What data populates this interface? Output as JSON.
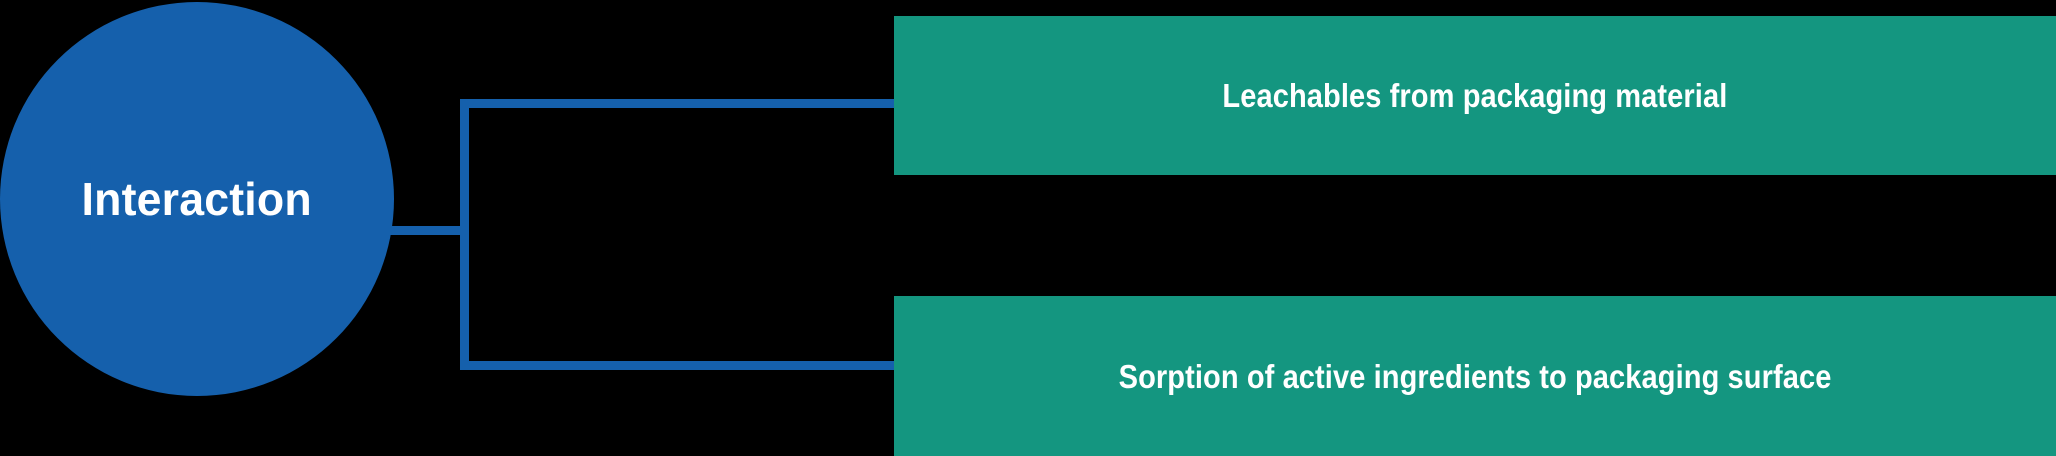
{
  "diagram": {
    "type": "tree",
    "background_color": "#000000",
    "root": {
      "label": "Interaction",
      "shape": "circle",
      "fill_color": "#1560AC",
      "text_color": "#FFFFFF"
    },
    "connector": {
      "color": "#1560AC",
      "style": "orthogonal-elbow"
    },
    "branches": [
      {
        "label": "Leachables from packaging material",
        "shape": "rectangle",
        "fill_color": "#149680",
        "text_color": "#FFFFFF"
      },
      {
        "label": "Sorption of active ingredients to packaging surface",
        "shape": "rectangle",
        "fill_color": "#149680",
        "text_color": "#FFFFFF"
      }
    ]
  }
}
